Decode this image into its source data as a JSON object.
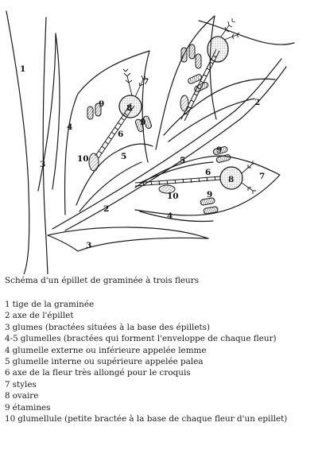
{
  "diagram": {
    "part_numbers": {
      "n1": "1",
      "n2a": "2",
      "n2b": "2",
      "n3a": "3",
      "n3b": "3",
      "n4a": "4",
      "n4b": "4",
      "n5a": "5",
      "n5b": "5",
      "n6a": "6",
      "n6b": "6",
      "n7a": "7",
      "n7b": "7",
      "n8a": "8",
      "n8b": "8",
      "n9a": "9",
      "n9b": "9",
      "n9c": "9",
      "n9d": "9",
      "n10a": "10",
      "n10b": "10"
    }
  },
  "caption": {
    "title": "Schéma d'un épillet de graminée à trois fleurs"
  },
  "legend": [
    {
      "num": "1",
      "text": "tige de la graminée"
    },
    {
      "num": "2",
      "text": "axe de l'épillet"
    },
    {
      "num": "3",
      "text": "glumes (bractées situées à la base des épillets)"
    },
    {
      "num": "4-5",
      "text": "glumelles (bractées qui forment l'enveloppe de chaque fleur)"
    },
    {
      "num": "4",
      "text": "glumelle externe ou inférieure appelée lemme"
    },
    {
      "num": "5",
      "text": "glumelle interne ou supérieure appelée palea"
    },
    {
      "num": "6",
      "text": "axe de la fleur très allongé pour le croquis"
    },
    {
      "num": "7",
      "text": "styles"
    },
    {
      "num": "8",
      "text": "ovaire"
    },
    {
      "num": "9",
      "text": "étamines"
    },
    {
      "num": "10",
      "text": "glumellule (petite bractée à la base de chaque fleur d'un epillet)"
    }
  ]
}
